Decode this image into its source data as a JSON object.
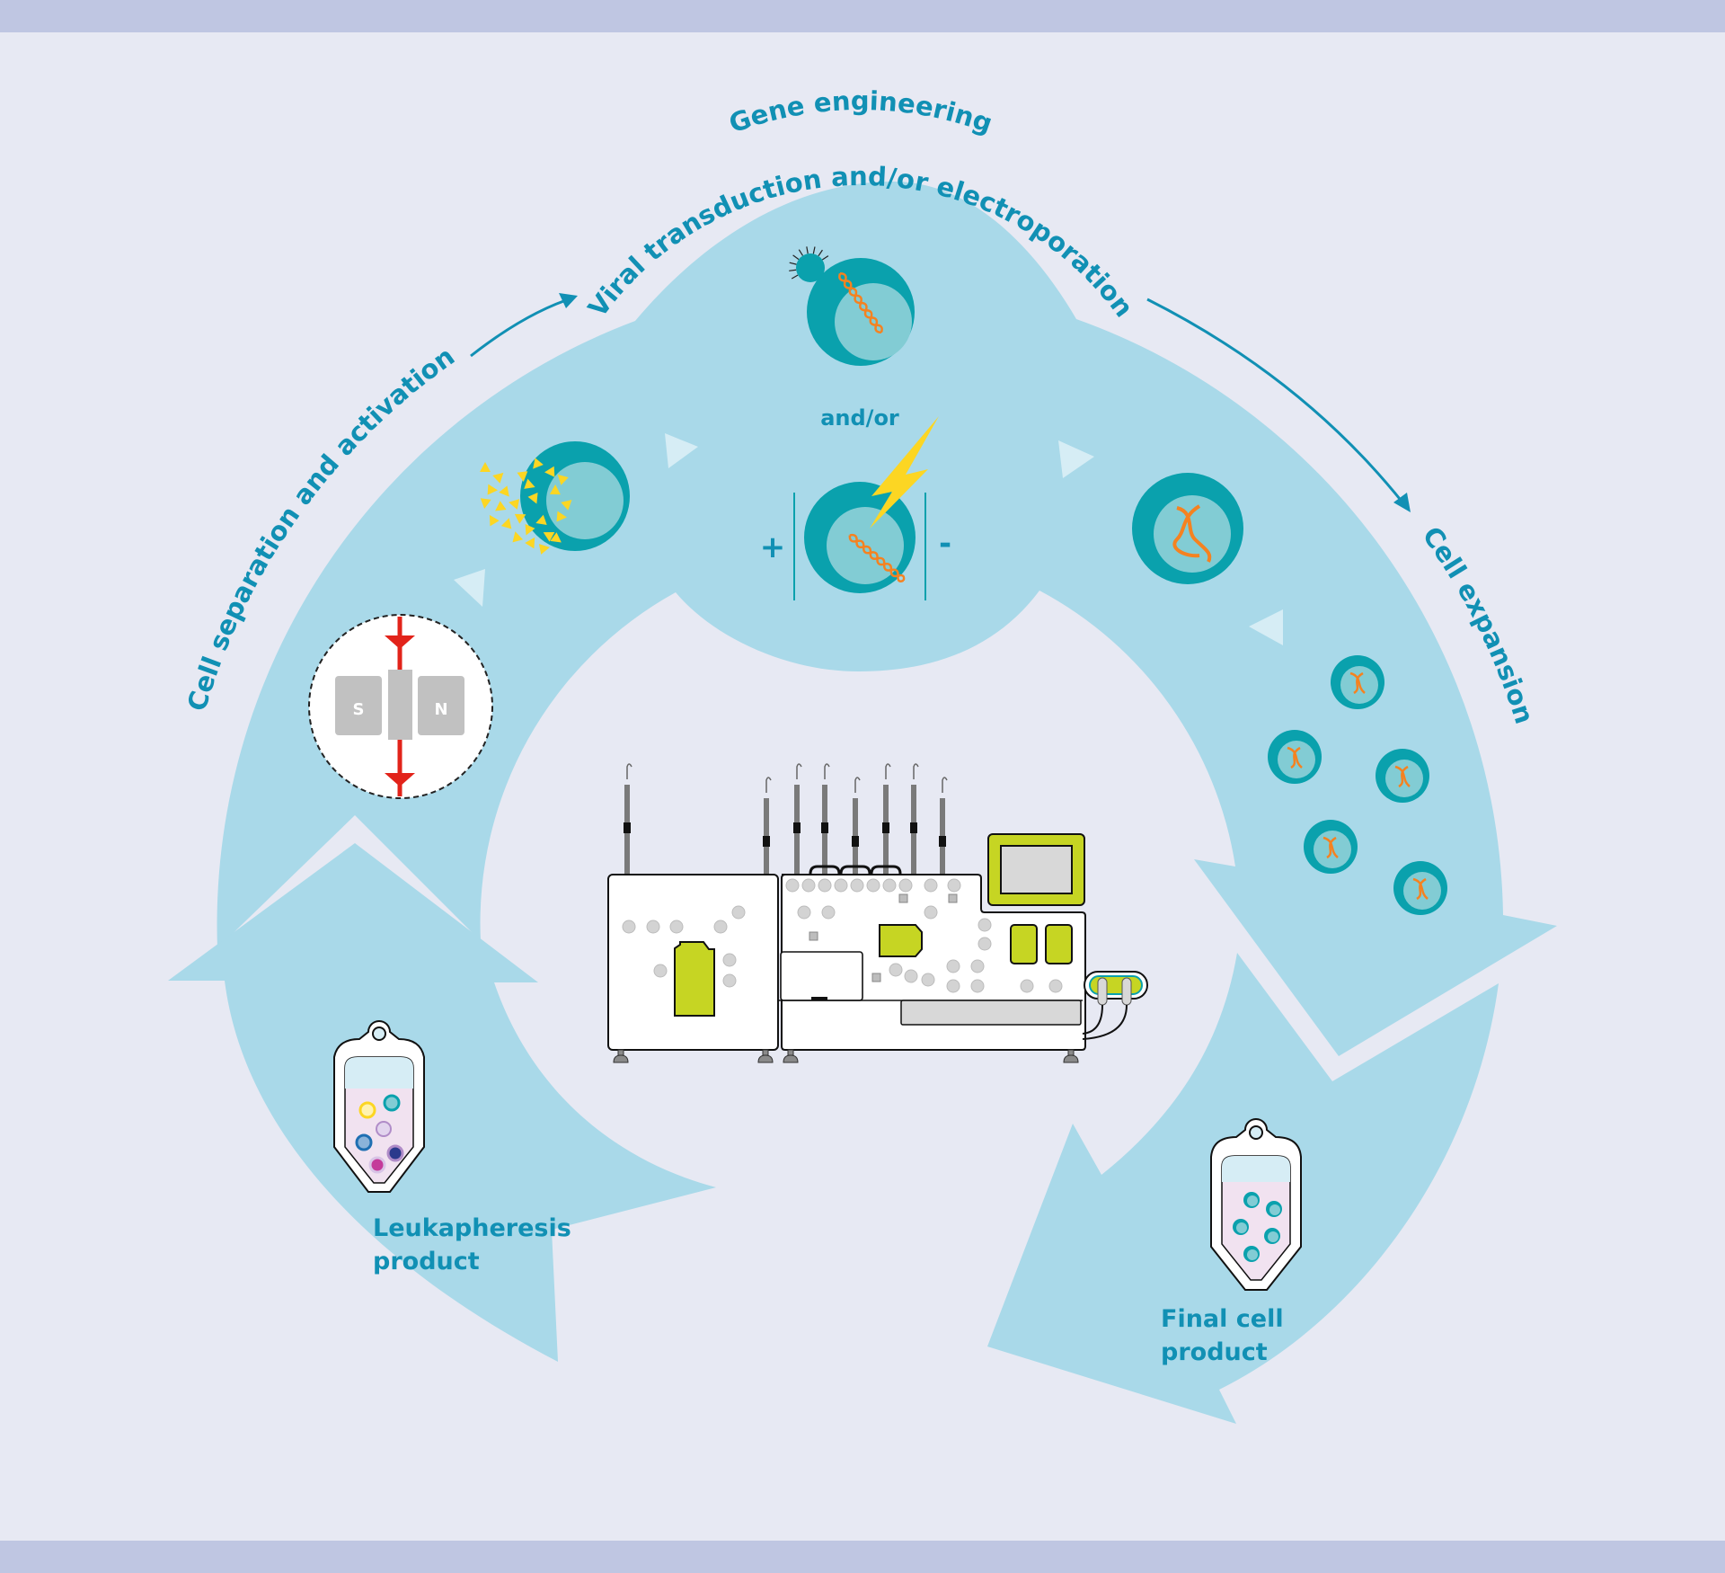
{
  "title": "CAR-T cell manufacturing workflow",
  "stages": {
    "cell_separation": "Cell separation and activation",
    "gene_engineering_title": "Gene engineering",
    "gene_engineering_methods": "Viral transduction and/or electroporation",
    "cell_expansion": "Cell expansion"
  },
  "center_labels": {
    "and_or": "and/or",
    "plus": "+",
    "minus": "-"
  },
  "magnet": {
    "south": "S",
    "north": "N"
  },
  "products": {
    "input_line1": "Leukapheresis",
    "input_line2": "product",
    "output_line1": "Final cell",
    "output_line2": "product"
  },
  "colors": {
    "background": "#e7e9f3",
    "band": "#bfc6e2",
    "arrow_fill": "#a9d9e9",
    "text_accent": "#1190b4",
    "cell_outer": "#0aa1ad",
    "cell_inner": "#82ccd4",
    "dna": "#f58220",
    "activator": "#fcd623",
    "instrument_accent": "#c6d523",
    "magnet_arrow": "#e2231a"
  }
}
